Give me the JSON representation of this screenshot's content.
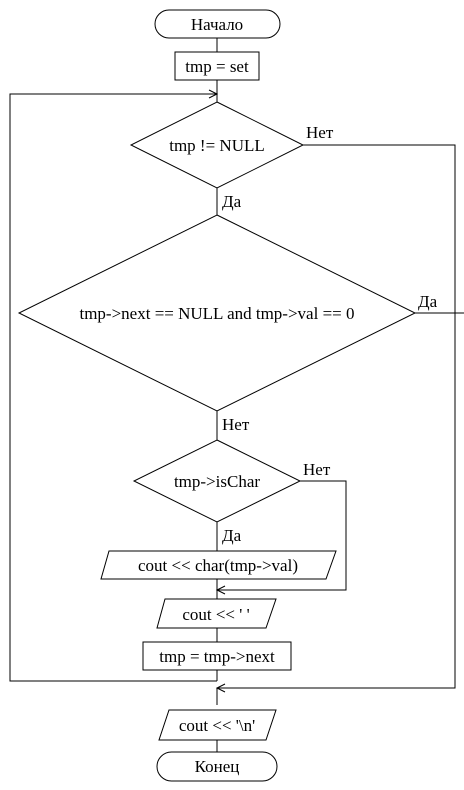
{
  "flowchart": {
    "start": "Начало",
    "assign_set": "tmp = set",
    "cond_not_null": "tmp != NULL",
    "cond_last_zero": "tmp->next == NULL and tmp->val == 0",
    "cond_is_char": "tmp->isChar",
    "out_char": "cout << char(tmp->val)",
    "out_space": "cout << ' '",
    "assign_next": "tmp = tmp->next",
    "out_newline": "cout << '\\n'",
    "end": "Конец",
    "labels": {
      "not_null_no": "Нет",
      "not_null_yes": "Да",
      "last_zero_yes": "Да",
      "last_zero_no": "Нет",
      "is_char_no": "Нет",
      "is_char_yes": "Да"
    }
  }
}
